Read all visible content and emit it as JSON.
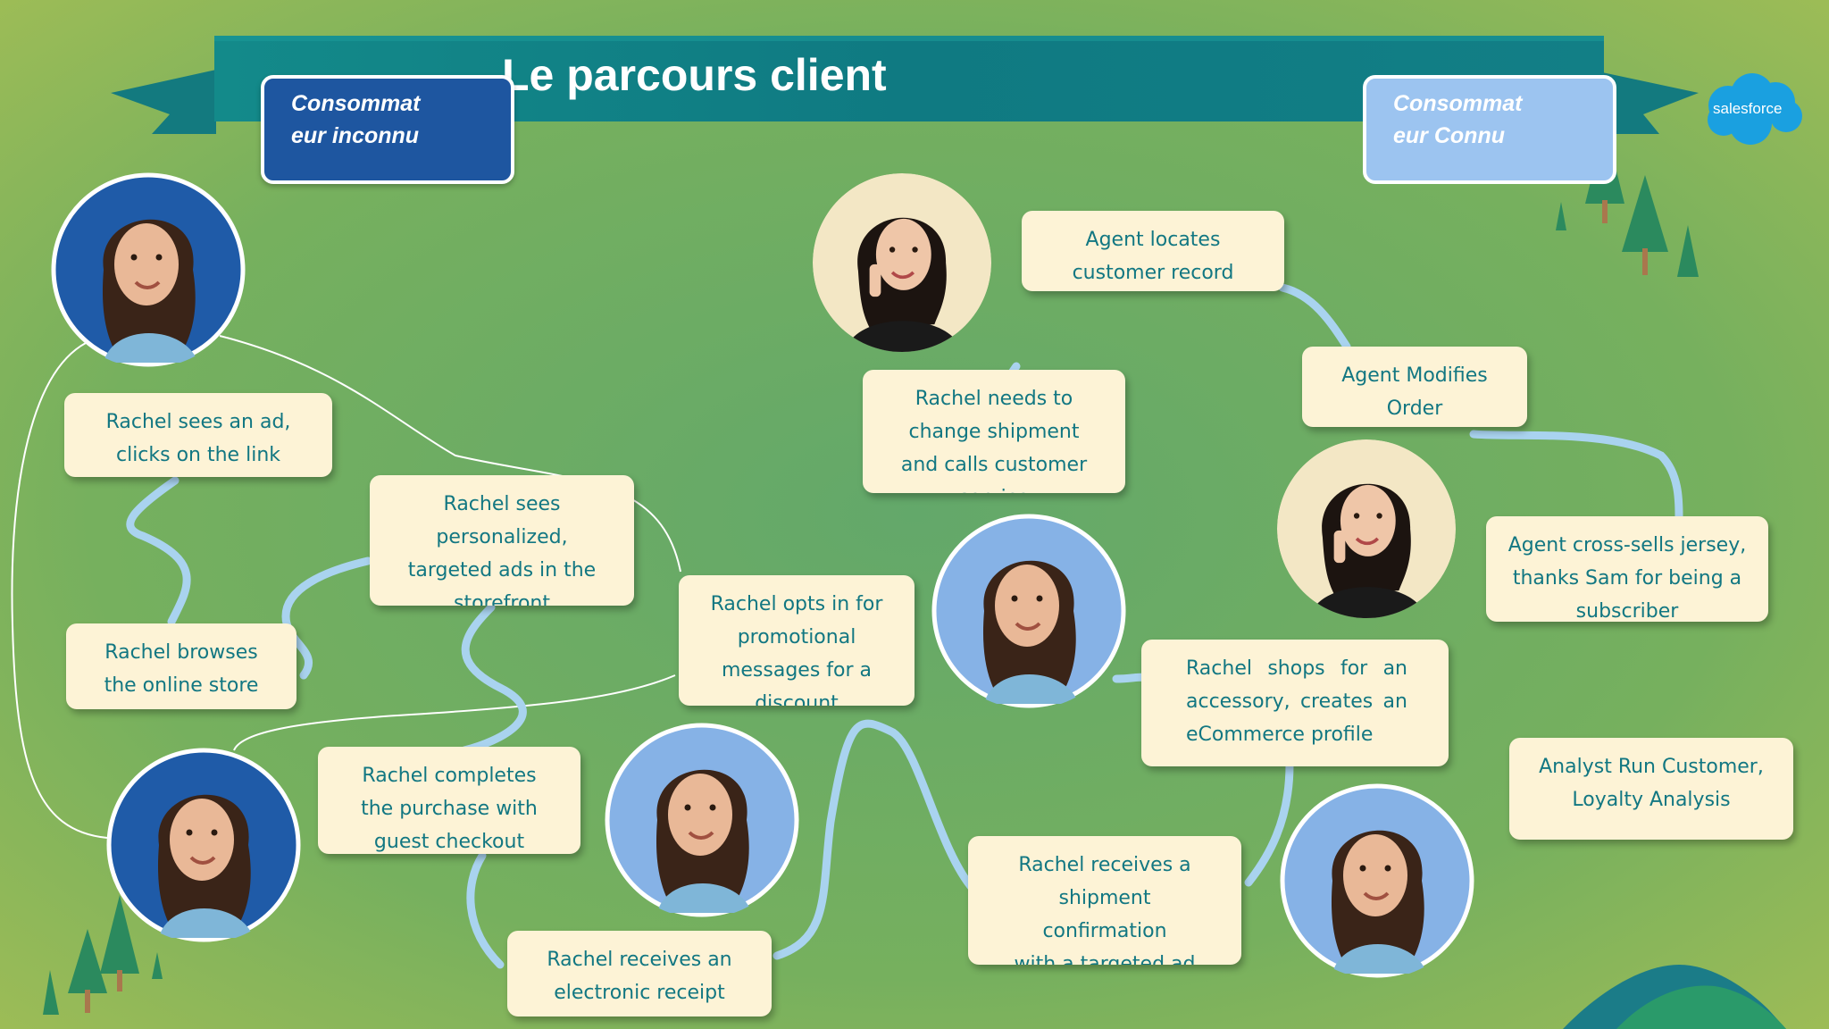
{
  "title": "Le parcours client",
  "consumer_unknown": {
    "line1": "Consommat",
    "line2": "eur inconnu"
  },
  "consumer_known": {
    "line1": "Consommat",
    "line2": "eur Connu"
  },
  "brand_logo": "salesforce",
  "colors": {
    "banner": "#0f7b80",
    "card_bg": "#fdf3d6",
    "card_text": "#127782",
    "unknown_box": "#1e56a0",
    "known_box": "#9cc4f0",
    "connector": "#a9d3ef",
    "background": "#6bab62"
  },
  "steps": [
    {
      "id": "sees-ad",
      "lines": [
        "Rachel sees an ad,",
        "clicks on the link"
      ]
    },
    {
      "id": "browses",
      "lines": [
        "Rachel browses",
        "the online store"
      ]
    },
    {
      "id": "personalized-ads",
      "lines": [
        "Rachel sees",
        "personalized,",
        "targeted ads in the",
        "storefront"
      ]
    },
    {
      "id": "opts-in",
      "lines": [
        "Rachel opts in for",
        "promotional",
        "messages for a",
        "discount"
      ]
    },
    {
      "id": "completes-purchase",
      "lines": [
        "Rachel completes",
        "the purchase with",
        "guest checkout"
      ]
    },
    {
      "id": "receipt",
      "lines": [
        "Rachel receives an",
        "electronic receipt"
      ]
    },
    {
      "id": "shipment-confirmation",
      "lines": [
        "Rachel receives a",
        "shipment",
        "confirmation",
        "with a targeted ad"
      ]
    },
    {
      "id": "shops-accessory",
      "lines": [
        "Rachel shops for an",
        "accessory, creates an",
        "eCommerce profile"
      ]
    },
    {
      "id": "change-shipment",
      "lines": [
        "Rachel needs to",
        "change shipment",
        "and calls customer",
        "service"
      ]
    },
    {
      "id": "agent-locates",
      "lines": [
        "Agent locates",
        "customer record"
      ]
    },
    {
      "id": "agent-modifies",
      "lines": [
        "Agent Modifies",
        "Order"
      ]
    },
    {
      "id": "cross-sell",
      "lines": [
        "Agent cross-sells jersey,",
        "thanks Sam for being a",
        "subscriber"
      ]
    },
    {
      "id": "analyst",
      "lines": [
        "Analyst Run Customer,",
        "Loyalty Analysis"
      ]
    }
  ],
  "avatars": [
    {
      "name": "rachel-avatar-1",
      "person": "Rachel",
      "bg": "#1f5ba8"
    },
    {
      "name": "rachel-avatar-2",
      "person": "Rachel",
      "bg": "#1f5ba8"
    },
    {
      "name": "rachel-avatar-3",
      "person": "Rachel",
      "bg": "#86b2e6"
    },
    {
      "name": "rachel-avatar-4",
      "person": "Rachel",
      "bg": "#86b2e6"
    },
    {
      "name": "rachel-avatar-5",
      "person": "Rachel",
      "bg": "#86b2e6"
    },
    {
      "name": "agent-avatar-1",
      "person": "Agent",
      "bg": "#f3e7c5"
    },
    {
      "name": "agent-avatar-2",
      "person": "Agent",
      "bg": "#f3e7c5"
    }
  ]
}
